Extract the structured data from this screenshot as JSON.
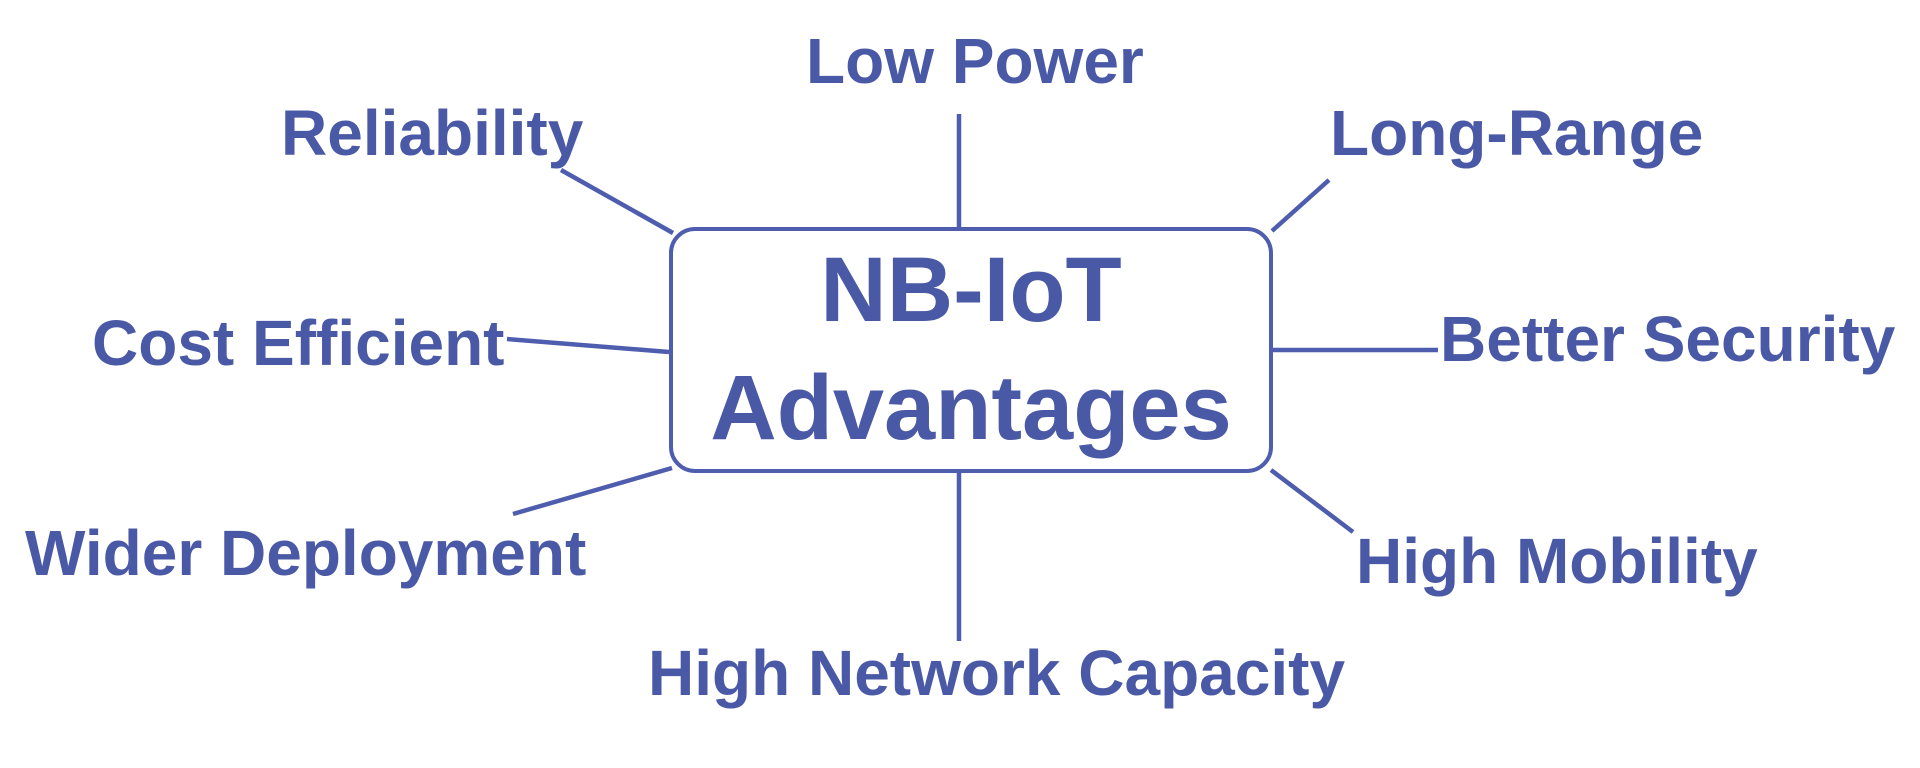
{
  "diagram": {
    "center": {
      "title_line1": "NB-IoT",
      "title_line2": "Advantages"
    },
    "labels": {
      "low_power": "Low Power",
      "reliability": "Reliability",
      "long_range": "Long-Range",
      "cost_efficient": "Cost Efficient",
      "better_security": "Better Security",
      "wider_deployment": "Wider Deployment",
      "high_mobility": "High Mobility",
      "high_network_capacity": "High Network Capacity"
    },
    "colors": {
      "text": "#4a59a6",
      "line": "#4e5dad",
      "background": "#ffffff"
    }
  }
}
